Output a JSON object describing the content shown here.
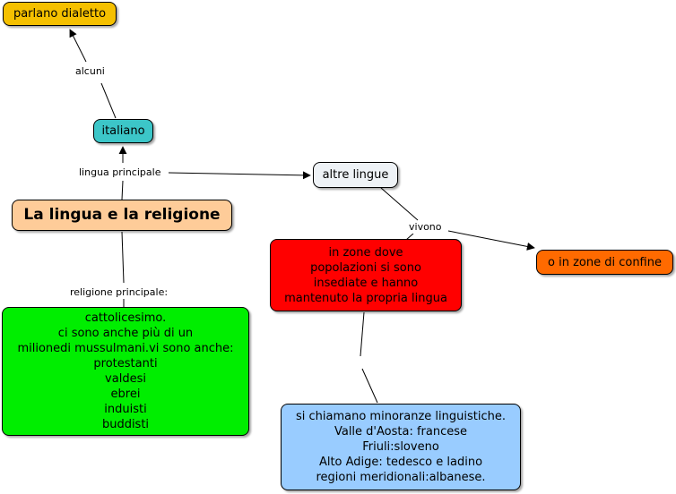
{
  "colors": {
    "yellow": "#f5c000",
    "teal": "#3cc6c8",
    "peach": "#fecc99",
    "light_blue_gray": "#eef2f6",
    "red": "#ff0000",
    "orange": "#ff6a00",
    "green": "#00ee00",
    "blue": "#99ccff"
  },
  "nodes": {
    "dialetto": "parlano dialetto",
    "italiano": "italiano",
    "root": "La lingua e la religione",
    "altre_lingue": "altre lingue",
    "zone_confine": "o in zone di confine",
    "zone_dove": [
      "in zone dove",
      "popolazioni si sono",
      "insediate e hanno",
      "mantenuto la propria lingua"
    ],
    "religione": [
      "cattolicesimo.",
      "ci sono anche più di un",
      "milionedi mussulmani.vi sono anche:",
      "protestanti",
      "valdesi",
      "ebrei",
      "induisti",
      "buddisti"
    ],
    "minoranze": [
      "si chiamano minoranze linguistiche.",
      "Valle d'Aosta: francese",
      "Friuli:sloveno",
      "Alto Adige: tedesco e ladino",
      "regioni meridionali:albanese."
    ]
  },
  "links": {
    "alcuni": "alcuni",
    "lingua_principale": "lingua principale",
    "vivono": "vivono",
    "religione_principale": "religione principale:"
  }
}
